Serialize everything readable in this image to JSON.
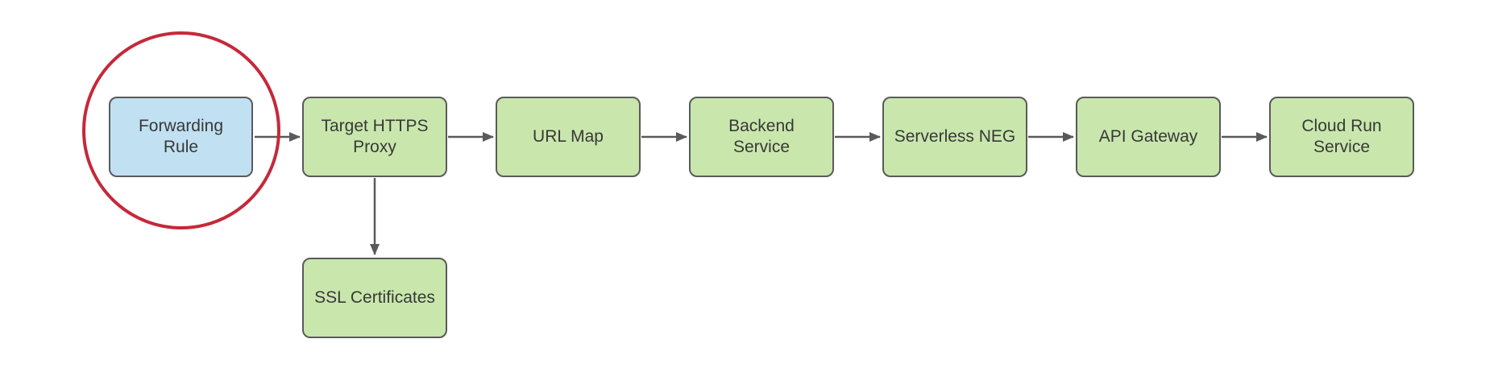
{
  "diagram": {
    "type": "flowchart",
    "nodes": [
      {
        "id": "forwarding-rule",
        "label": "Forwarding Rule",
        "fill": "#c1e0f2",
        "highlighted": true
      },
      {
        "id": "target-https-proxy",
        "label": "Target HTTPS Proxy",
        "fill": "#c9e7ad"
      },
      {
        "id": "url-map",
        "label": "URL Map",
        "fill": "#c9e7ad"
      },
      {
        "id": "backend-service",
        "label": "Backend Service",
        "fill": "#c9e7ad"
      },
      {
        "id": "serverless-neg",
        "label": "Serverless NEG",
        "fill": "#c9e7ad"
      },
      {
        "id": "api-gateway",
        "label": "API Gateway",
        "fill": "#c9e7ad"
      },
      {
        "id": "cloud-run-service",
        "label": "Cloud Run Service",
        "fill": "#c9e7ad"
      },
      {
        "id": "ssl-certificates",
        "label": "SSL Certificates",
        "fill": "#c9e7ad"
      }
    ],
    "edges": [
      {
        "from": "forwarding-rule",
        "to": "target-https-proxy"
      },
      {
        "from": "target-https-proxy",
        "to": "url-map"
      },
      {
        "from": "url-map",
        "to": "backend-service"
      },
      {
        "from": "backend-service",
        "to": "serverless-neg"
      },
      {
        "from": "serverless-neg",
        "to": "api-gateway"
      },
      {
        "from": "api-gateway",
        "to": "cloud-run-service"
      },
      {
        "from": "target-https-proxy",
        "to": "ssl-certificates"
      }
    ],
    "annotation": {
      "shape": "circle",
      "around": "forwarding-rule",
      "color": "#c5293a"
    }
  },
  "colors": {
    "node_fill_green": "#c9e7ad",
    "node_fill_blue": "#c1e0f2",
    "node_border": "#5a5a5a",
    "text_color": "#383838",
    "arrow_color": "#5a5a5a",
    "highlight_red": "#c5293a",
    "bg": "#ffffff"
  }
}
